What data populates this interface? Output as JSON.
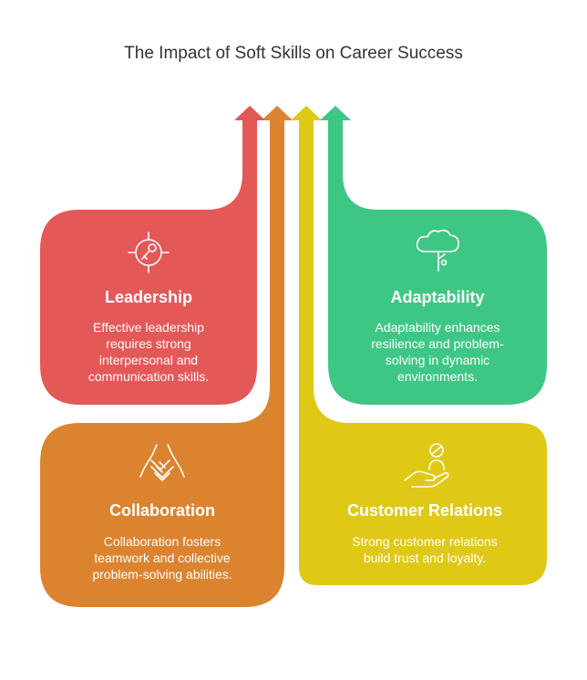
{
  "title": "The Impact of Soft Skills on Career Success",
  "colors": {
    "leadership": "#e55858",
    "collaboration": "#dc8330",
    "customer": "#dfc916",
    "adaptability": "#3ec784"
  },
  "cards": {
    "leadership": {
      "title": "Leadership",
      "desc_lines": [
        "Effective leadership",
        "requires strong",
        "interpersonal and",
        "communication skills."
      ],
      "icon": "target-key-icon"
    },
    "adaptability": {
      "title": "Adaptability",
      "desc_lines": [
        "Adaptability enhances",
        "resilience and problem-",
        "solving in dynamic",
        "environments."
      ],
      "icon": "tree-icon"
    },
    "collaboration": {
      "title": "Collaboration",
      "desc_lines": [
        "Collaboration fosters",
        "teamwork and collective",
        "problem-solving abilities."
      ],
      "icon": "handshake-icon"
    },
    "customer": {
      "title": "Customer Relations",
      "desc_lines": [
        "Strong customer relations",
        "build trust and loyalty."
      ],
      "icon": "hand-person-icon"
    }
  }
}
